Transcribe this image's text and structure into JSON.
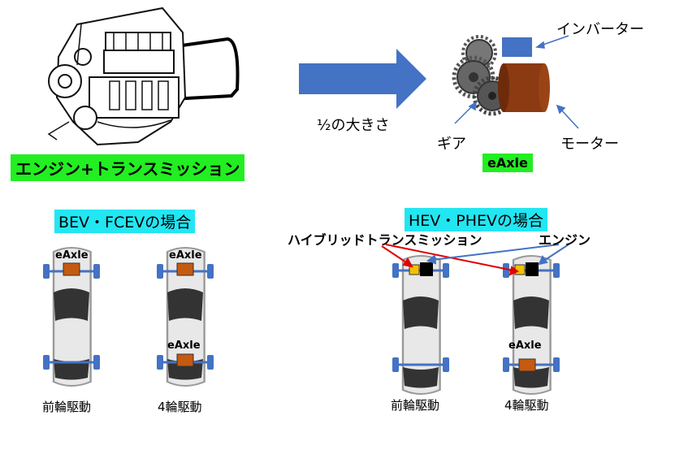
{
  "top": {
    "engine_label": "エンジン+トランスミッション",
    "size_text": "½の大きさ",
    "inverter_label": "インバーター",
    "gear_label": "ギア",
    "motor_label": "モーター",
    "eaxle_label": "eAxle"
  },
  "bev_section": {
    "title": "BEV・FCEVの場合",
    "cars": [
      {
        "front_unit": "eAxle",
        "rear_unit": "",
        "caption": "前輪駆動"
      },
      {
        "front_unit": "eAxle",
        "rear_unit": "eAxle",
        "caption": "4輪駆動"
      }
    ]
  },
  "hev_section": {
    "title": "HEV・PHEVの場合",
    "transmission_label": "ハイブリッドトランスミッション",
    "engine_label": "エンジン",
    "cars": [
      {
        "rear_unit": "",
        "caption": "前輪駆動"
      },
      {
        "rear_unit": "eAxle",
        "caption": "4輪駆動"
      }
    ]
  },
  "colors": {
    "arrow_blue": "#4472c4",
    "green_label": "#22ee22",
    "cyan_label": "#22e6f2",
    "eaxle_box": "#c55a11",
    "transmission_box": "#f5c000",
    "motor_brown": "#8b3a12",
    "red_arrow": "#e00000"
  }
}
